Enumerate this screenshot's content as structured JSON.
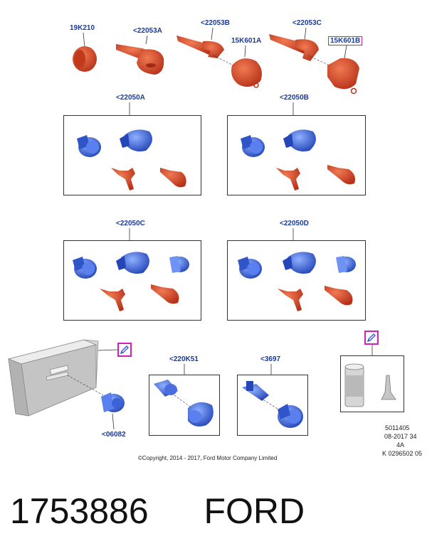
{
  "labels": {
    "p19K210": "19K210",
    "p22053A": "<22053A",
    "p22053B": "<22053B",
    "p15K601A": "15K601A",
    "p22053C": "<22053C",
    "p15K601B": "15K601B",
    "p22050A": "<22050A",
    "p22050B": "<22050B",
    "p22050C": "<22050C",
    "p22050D": "<22050D",
    "p220K51": "<220K51",
    "p3697": "<3697",
    "p06082": "<06082"
  },
  "ref_block": {
    "line1": "5011405",
    "line2": "08-2017 34",
    "line3": "4A",
    "line4": "K 0296502 05"
  },
  "copyright": "©Copyright, 2014 - 2017, Ford Motor Company Limited",
  "part_number": "1753886",
  "brand": "FORD",
  "colors": {
    "label_blue": "#1a3a9a",
    "part_red": "#d94a1e",
    "part_blue": "#3a63d8",
    "highlight_magenta": "#d21fb7"
  },
  "icons": [
    "pencil-note-icon",
    "pencil-note-icon"
  ]
}
